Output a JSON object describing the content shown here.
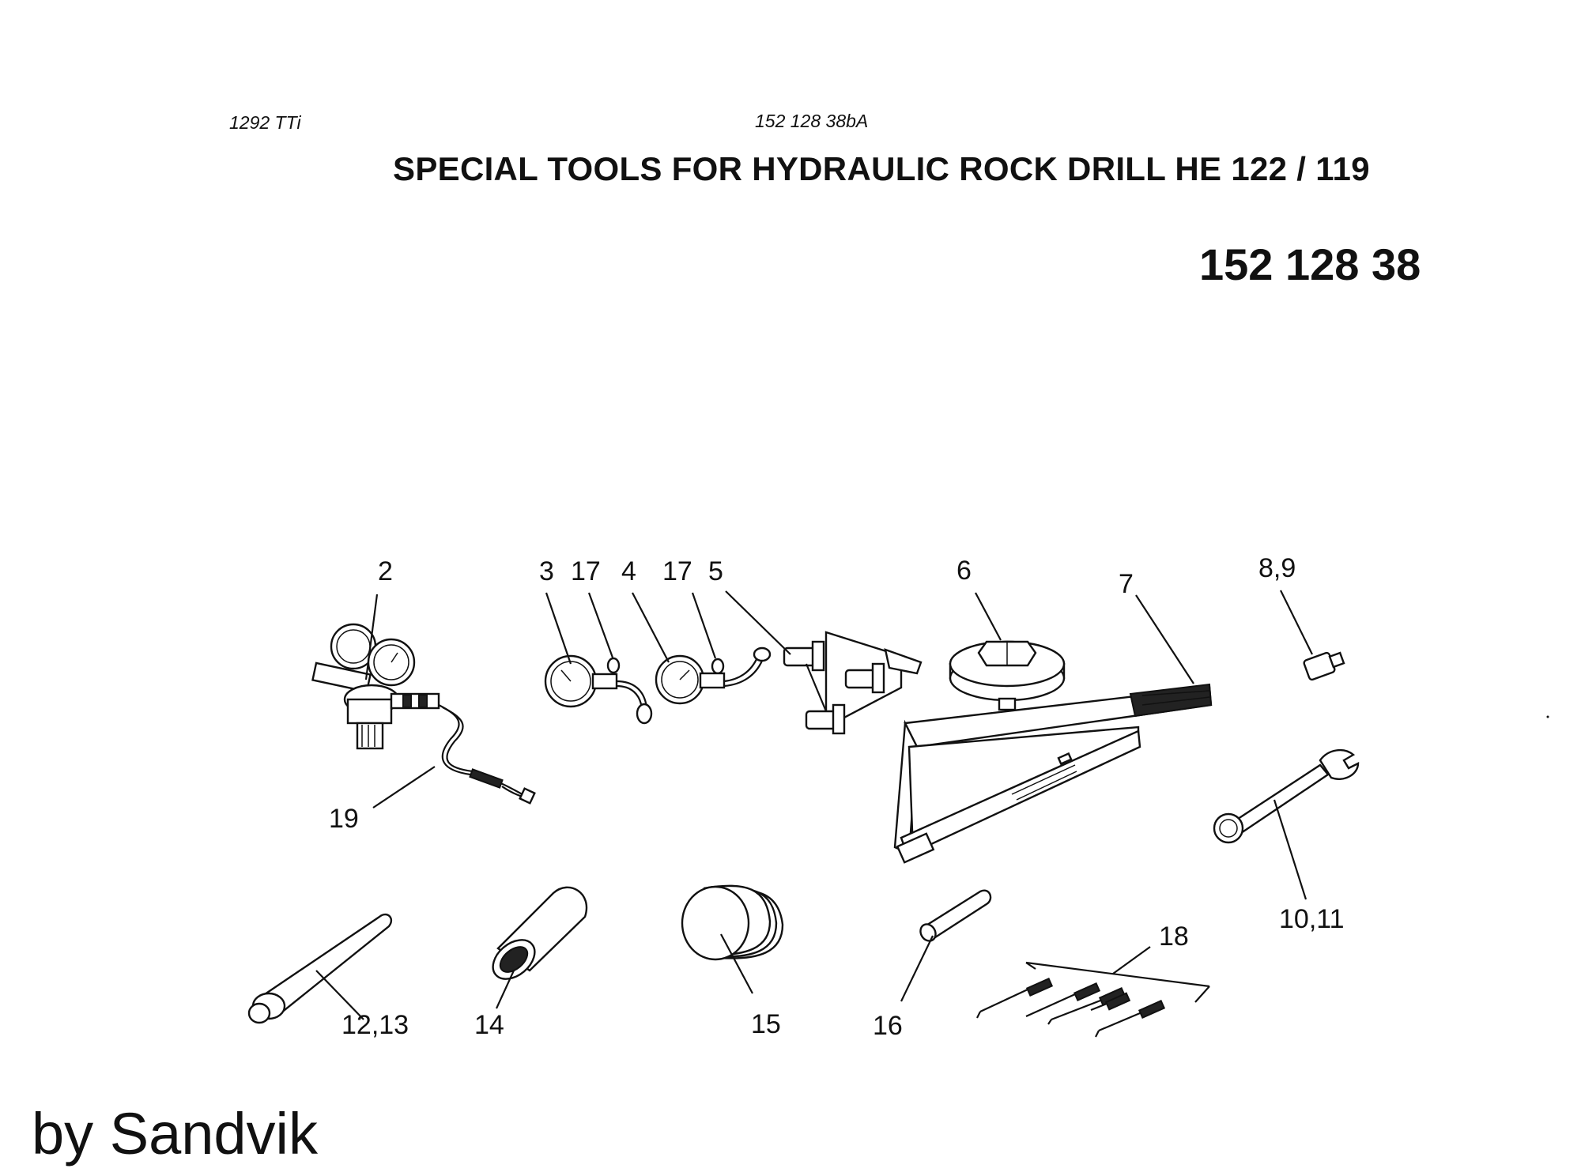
{
  "header": {
    "left_code": "1292  TTi",
    "center_code": "152 128 38bA",
    "title": "SPECIAL TOOLS FOR HYDRAULIC ROCK DRILL HE 122 / 119",
    "part_number": "152 128 38"
  },
  "callouts": {
    "c2": "2",
    "c3": "3",
    "c17a": "17",
    "c4": "4",
    "c17b": "17",
    "c5": "5",
    "c6": "6",
    "c7": "7",
    "c89": "8,9",
    "c19": "19",
    "c1011": "10,11",
    "c18": "18",
    "c1213": "12,13",
    "c14": "14",
    "c15": "15",
    "c16": "16"
  },
  "footer": {
    "credit": "by Sandvik"
  }
}
